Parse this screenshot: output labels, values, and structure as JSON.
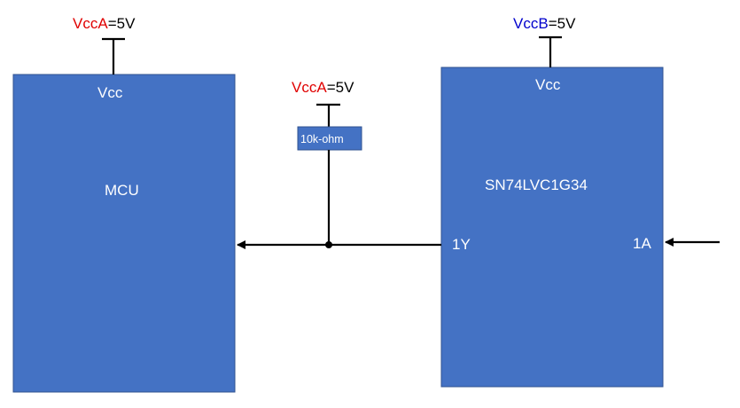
{
  "colors": {
    "block_fill": "#4472C4",
    "block_border": "#2F528F",
    "vcca_color": "#E00000",
    "vccb_color": "#0000CC",
    "wire": "#000000"
  },
  "mcu": {
    "name": "MCU",
    "vcc_label": "Vcc",
    "rail": {
      "name": "VccA",
      "value": "=5V"
    }
  },
  "buffer": {
    "name": "SN74LVC1G34",
    "vcc_label": "Vcc",
    "output_pin": "1Y",
    "input_pin": "1A",
    "rail": {
      "name": "VccB",
      "value": "=5V"
    }
  },
  "pullup": {
    "label": "10k-ohm",
    "rail": {
      "name": "VccA",
      "value": "=5V"
    }
  }
}
